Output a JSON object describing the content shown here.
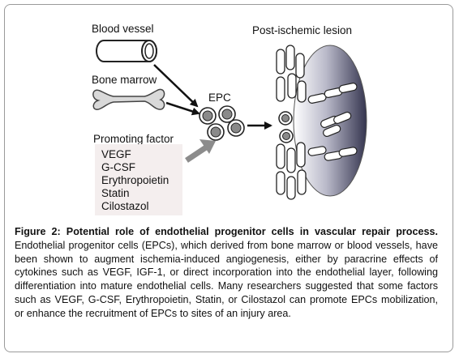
{
  "labels": {
    "blood_vessel": "Blood vessel",
    "bone_marrow": "Bone marrow",
    "promoting_factor": "Promoting factor",
    "epc": "EPC",
    "lesion": "Post-ischemic lesion"
  },
  "factors": [
    "VEGF",
    "G-CSF",
    "Erythropoietin",
    "Statin",
    "Cilostazol"
  ],
  "caption": {
    "title": "Figure 2: Potential role of endothelial progenitor cells in vascular repair process.",
    "body": "Endothelial progenitor cells (EPCs), which derived from bone marrow or blood vessels, have been shown to augment ischemia-induced angiogenesis, either by paracrine effects of cytokines such as VEGF, IGF-1, or direct incorporation into the endothelial layer, following differentiation into mature endothelial cells. Many researchers suggested that some factors such as VEGF, G-CSF, Erythropoietin, Statin, or Cilostazol can promote EPCs mobilization, or enhance the recruitment of EPCs to sites of an injury area."
  },
  "colors": {
    "arrow_black": "#111111",
    "arrow_gray": "#8c8c8c",
    "lesion_dark": "#3a3a55",
    "lesion_light": "#ffffff",
    "factor_box": "#f4eeee"
  }
}
